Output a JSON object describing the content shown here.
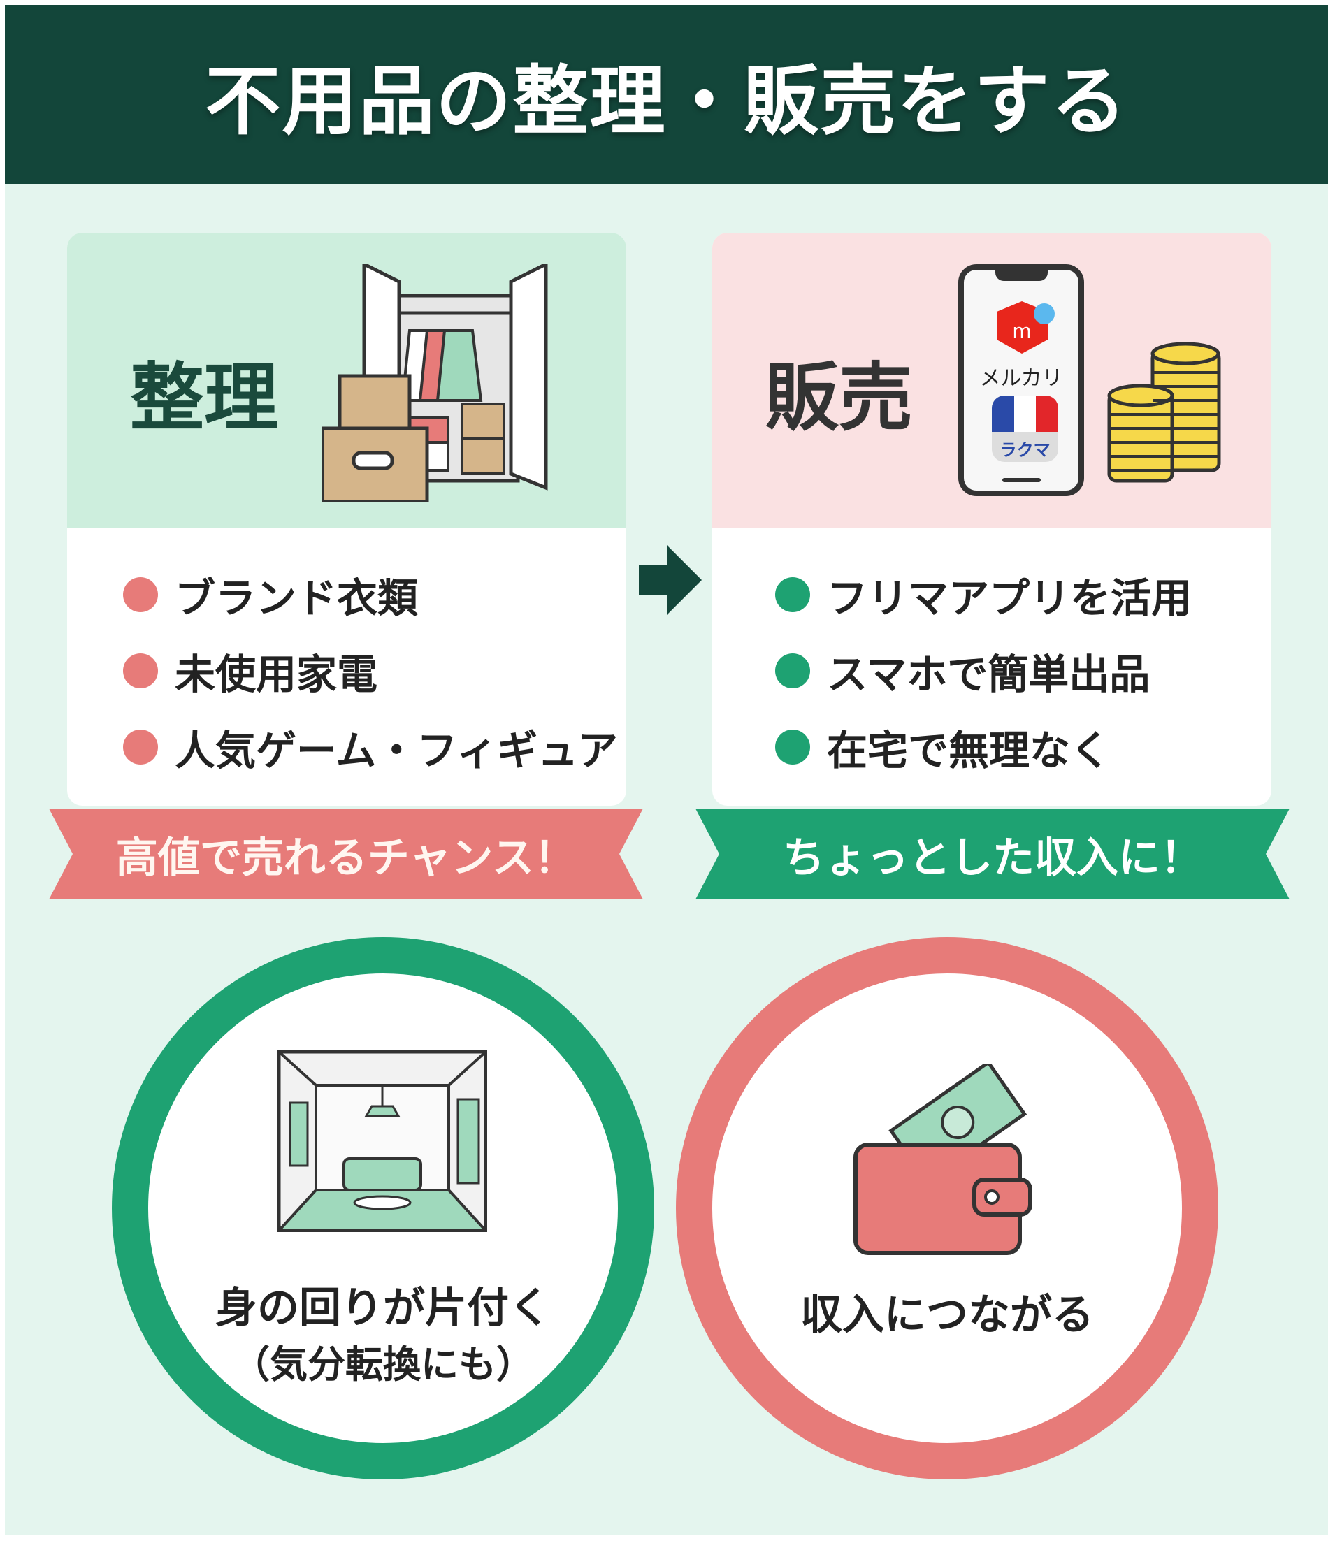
{
  "title": "不用品の整理・販売をする",
  "organize": {
    "label": "整理",
    "items": [
      "ブランド衣類",
      "未使用家電",
      "人気ゲーム・フィギュア"
    ],
    "ribbon": "高値で売れるチャンス！"
  },
  "sell": {
    "label": "販売",
    "apps": [
      "メルカリ",
      "ラクマ"
    ],
    "items": [
      "フリマアプリを活用",
      "スマホで簡単出品",
      "在宅で無理なく"
    ],
    "ribbon": "ちょっとした収入に！"
  },
  "benefits": {
    "tidy_line1": "身の回りが片付く",
    "tidy_line2": "（気分転換にも）",
    "income": "収入につながる"
  },
  "colors": {
    "header": "#13463a",
    "green": "#1ea272",
    "pink": "#e77b79",
    "background": "#e4f5ee"
  }
}
